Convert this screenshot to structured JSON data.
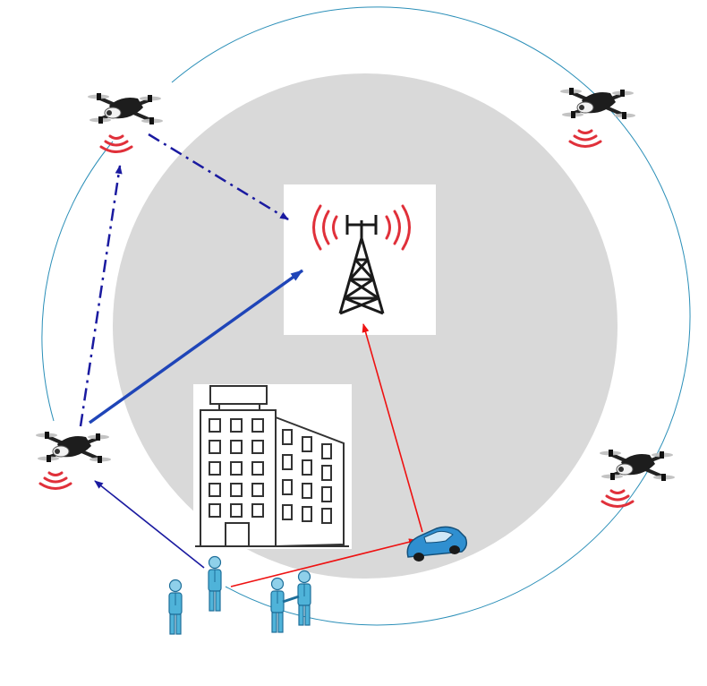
{
  "diagram": {
    "nodes": [
      {
        "id": "tower",
        "kind": "cell-tower-icon"
      },
      {
        "id": "building",
        "kind": "building-icon"
      },
      {
        "id": "car",
        "kind": "car-icon"
      },
      {
        "id": "uav-top-left",
        "kind": "drone-icon"
      },
      {
        "id": "uav-top-right",
        "kind": "drone-icon"
      },
      {
        "id": "uav-left",
        "kind": "drone-icon"
      },
      {
        "id": "uav-right",
        "kind": "drone-icon"
      },
      {
        "id": "user-a",
        "kind": "person-icon"
      },
      {
        "id": "user-b",
        "kind": "person-icon"
      },
      {
        "id": "user-pair",
        "kind": "people-handshake-icon"
      }
    ],
    "links": [
      {
        "from": "user-b",
        "to": "uav-left",
        "style": "solid",
        "color": "#1a1aa0"
      },
      {
        "from": "uav-left",
        "to": "tower",
        "style": "solid",
        "color": "#1f45b8"
      },
      {
        "from": "uav-left",
        "to": "uav-top-left",
        "style": "dash-dot",
        "color": "#1a1aa0"
      },
      {
        "from": "uav-top-left",
        "to": "tower",
        "style": "dash-dot",
        "color": "#1a1aa0"
      },
      {
        "from": "user-b",
        "to": "car",
        "style": "solid",
        "color": "#ee1111"
      },
      {
        "from": "car",
        "to": "tower",
        "style": "solid",
        "color": "#ee1111"
      }
    ],
    "colors": {
      "coverage_area": "#d9d9d9",
      "uav_orbit": "#2b8fb8",
      "signal_waves": "#e0303a",
      "person_fill": "#4fb3d9",
      "car_fill": "#2f8fd0"
    }
  }
}
